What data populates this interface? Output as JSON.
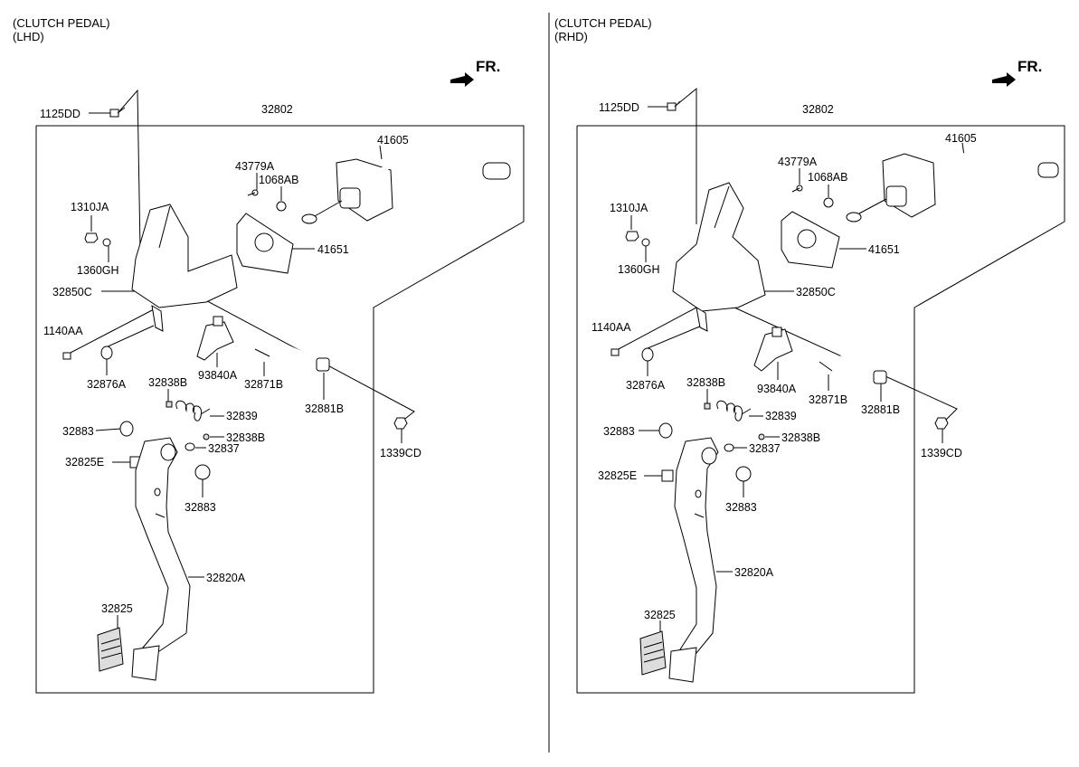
{
  "panels": {
    "left": {
      "heading": "(CLUTCH PEDAL)",
      "subheading": "(LHD)",
      "direction_label": "FR.",
      "labels": {
        "p1125DD": "1125DD",
        "p32802": "32802",
        "p41605": "41605",
        "p43779A": "43779A",
        "p1068AB": "1068AB",
        "p1310JA": "1310JA",
        "p41651": "41651",
        "p1360GH": "1360GH",
        "p32850C": "32850C",
        "p1140AA": "1140AA",
        "p32876A": "32876A",
        "p93840A": "93840A",
        "p32871B": "32871B",
        "p32881B": "32881B",
        "p32838B_a": "32838B",
        "p32839": "32839",
        "p32883_a": "32883",
        "p32838B_b": "32838B",
        "p32837": "32837",
        "p1339CD": "1339CD",
        "p32825E": "32825E",
        "p32883_b": "32883",
        "p32820A": "32820A",
        "p32825": "32825"
      }
    },
    "right": {
      "heading": "(CLUTCH PEDAL)",
      "subheading": "(RHD)",
      "direction_label": "FR.",
      "labels": {
        "p1125DD": "1125DD",
        "p32802": "32802",
        "p41605": "41605",
        "p43779A": "43779A",
        "p1068AB": "1068AB",
        "p1310JA": "1310JA",
        "p41651": "41651",
        "p1360GH": "1360GH",
        "p32850C": "32850C",
        "p1140AA": "1140AA",
        "p32876A": "32876A",
        "p93840A": "93840A",
        "p32871B": "32871B",
        "p32881B": "32881B",
        "p32838B_a": "32838B",
        "p32839": "32839",
        "p32883_a": "32883",
        "p32838B_b": "32838B",
        "p32837": "32837",
        "p1339CD": "1339CD",
        "p32825E": "32825E",
        "p32883_b": "32883",
        "p32820A": "32820A",
        "p32825": "32825"
      }
    }
  }
}
